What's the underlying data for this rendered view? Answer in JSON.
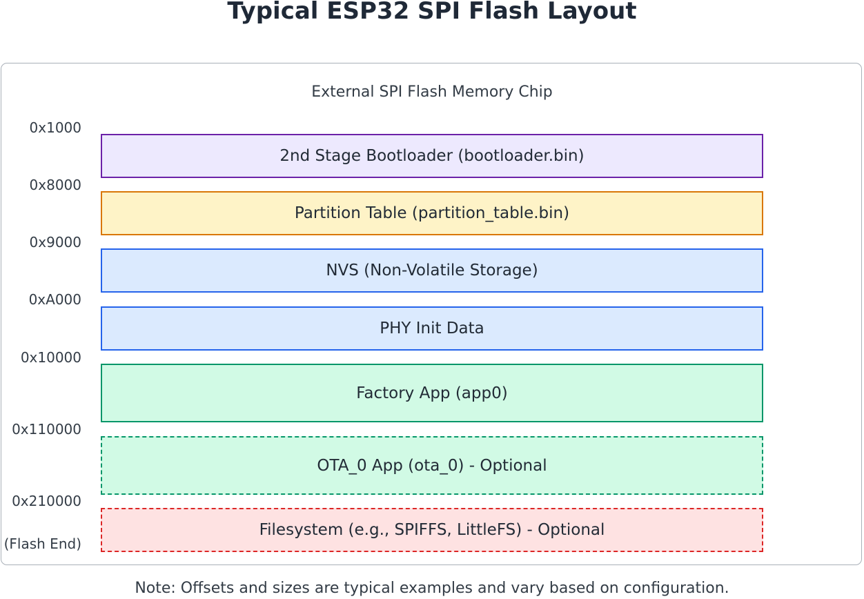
{
  "title": "Typical ESP32 SPI Flash Layout",
  "chip_label": "External SPI Flash Memory Chip",
  "addresses": [
    "0x1000",
    "0x8000",
    "0x9000",
    "0xA000",
    "0x10000",
    "0x110000",
    "0x210000",
    "(Flash End)"
  ],
  "partitions": [
    {
      "label": "2nd Stage Bootloader (bootloader.bin)",
      "fill": "#ede9fe",
      "border": "#6b21a8",
      "style": "solid"
    },
    {
      "label": "Partition Table (partition_table.bin)",
      "fill": "#fef3c7",
      "border": "#d97706",
      "style": "solid"
    },
    {
      "label": "NVS (Non-Volatile Storage)",
      "fill": "#dbeafe",
      "border": "#2563eb",
      "style": "solid"
    },
    {
      "label": "PHY Init Data",
      "fill": "#dbeafe",
      "border": "#2563eb",
      "style": "solid"
    },
    {
      "label": "Factory App (app0)",
      "fill": "#d1fae5",
      "border": "#059669",
      "style": "solid"
    },
    {
      "label": "OTA_0 App (ota_0) - Optional",
      "fill": "#d1fae5",
      "border": "#059669",
      "style": "dashed"
    },
    {
      "label": "Filesystem (e.g., SPIFFS, LittleFS) - Optional",
      "fill": "#fee2e2",
      "border": "#dc2626",
      "style": "dashed"
    }
  ],
  "note": "Note: Offsets and sizes are typical examples and vary based on configuration."
}
